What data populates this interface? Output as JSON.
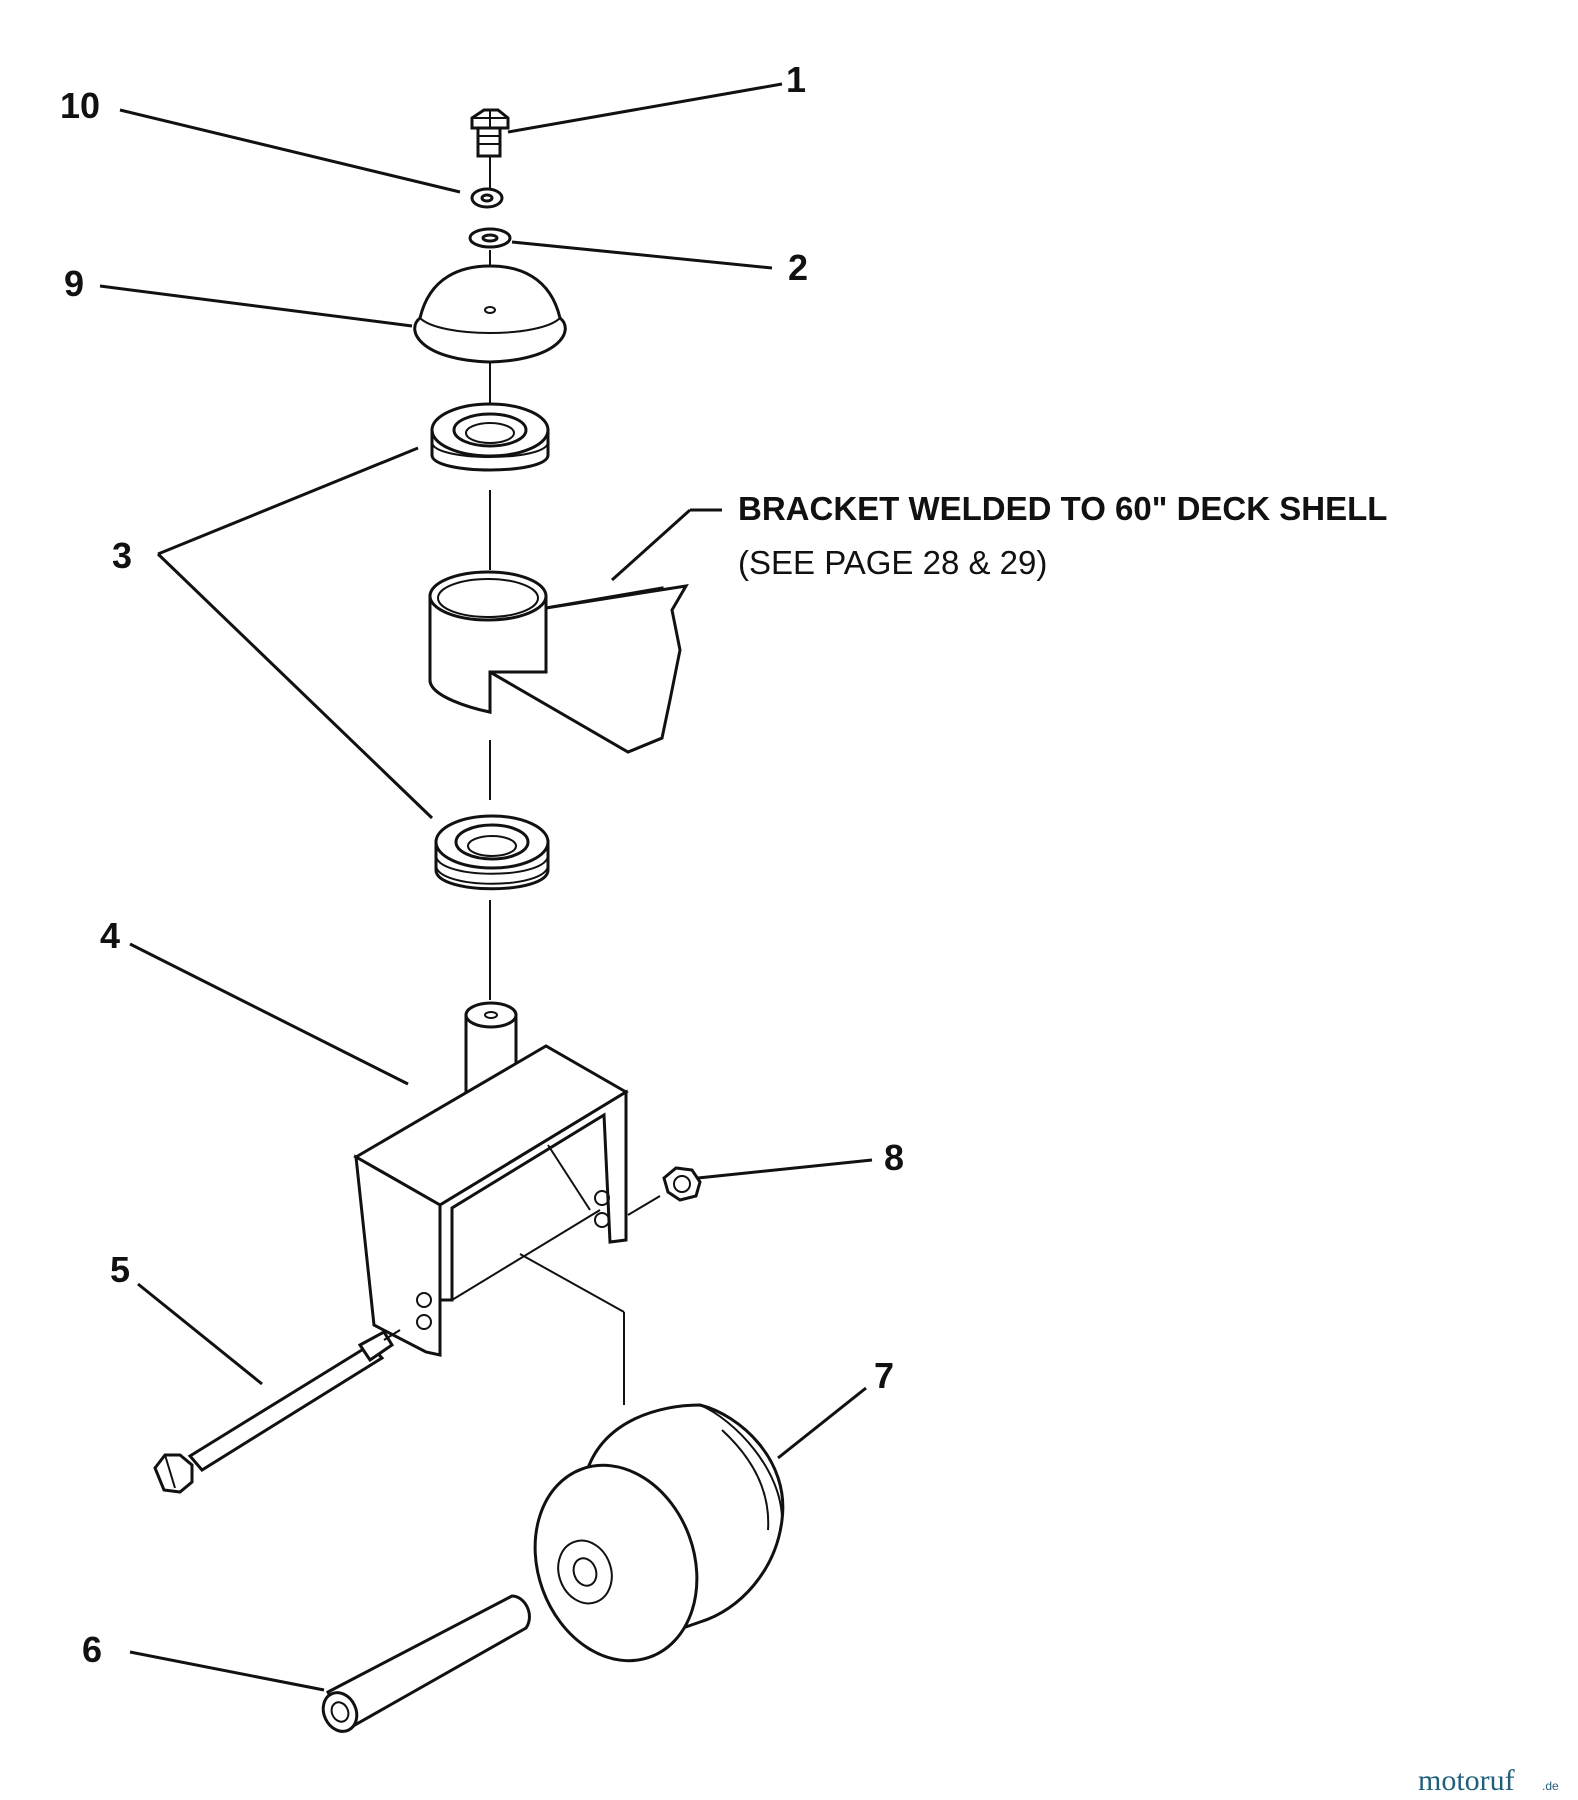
{
  "labels": {
    "l1": "1",
    "l2": "2",
    "l3": "3",
    "l4": "4",
    "l5": "5",
    "l6": "6",
    "l7": "7",
    "l8": "8",
    "l9": "9",
    "l10": "10"
  },
  "note": {
    "line1": "BRACKET WELDED TO 60\" DECK SHELL",
    "line2": "(SEE PAGE 28 & 29)"
  },
  "watermark": {
    "text": "motoruf",
    "suffix": ".de"
  }
}
